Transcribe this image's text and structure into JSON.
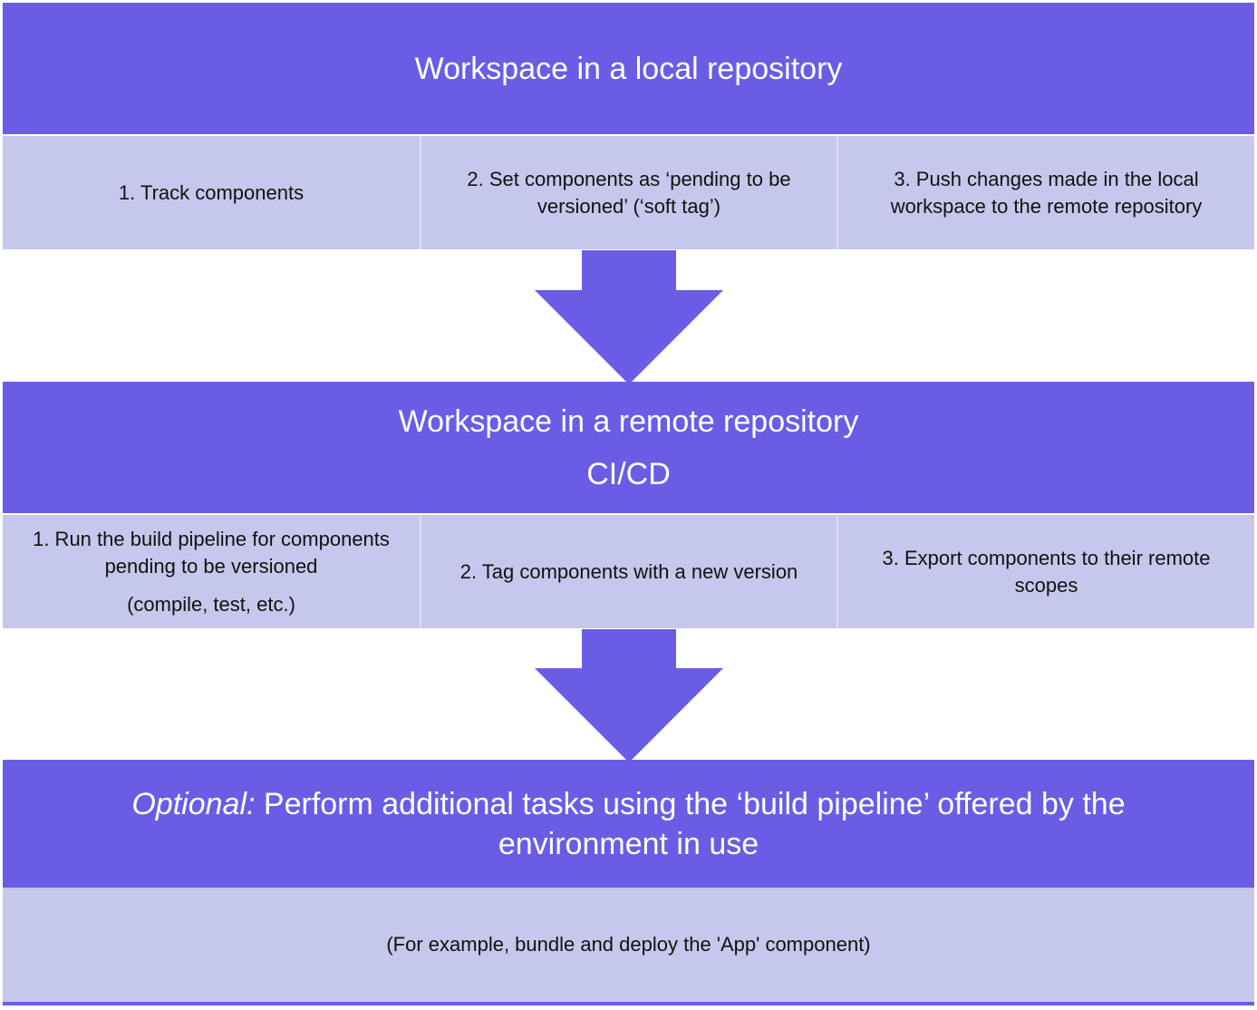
{
  "stage1": {
    "title": "Workspace in a local repository",
    "steps": [
      "1. Track components",
      "2. Set components as ‘pending to be versioned’  (‘soft tag’)",
      "3. Push changes made in the local workspace to the remote repository"
    ]
  },
  "stage2": {
    "title": "Workspace in a remote repository",
    "subtitle": "CI/CD",
    "steps": [
      {
        "text": "1. Run the build pipeline for components pending to be versioned",
        "extra": "(compile, test, etc.)"
      },
      {
        "text": "2. Tag components with a new version"
      },
      {
        "text": "3. Export components to their remote scopes"
      }
    ]
  },
  "stage3": {
    "prefix": "Optional:",
    "title": "Perform additional tasks using the ‘build pipeline’ offered by the environment in use",
    "note": "(For example, bundle and deploy the 'App' component)"
  },
  "colors": {
    "band": "#6b5ce6",
    "cell": "#c5c8ec"
  }
}
